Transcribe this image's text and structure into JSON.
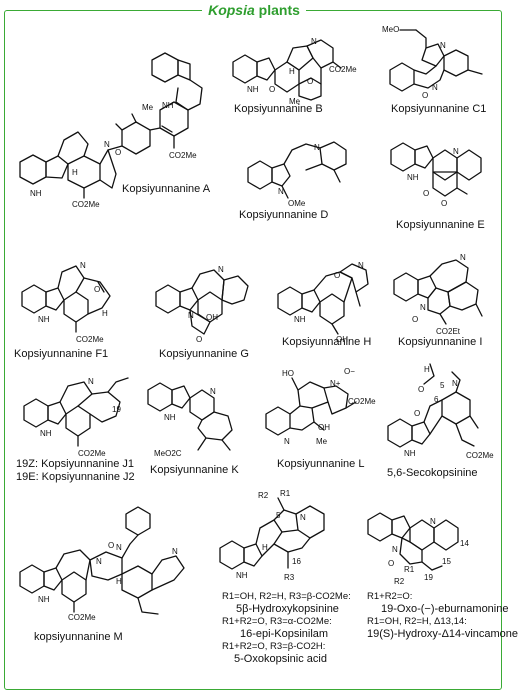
{
  "title": {
    "italic": "Kopsia",
    "rest": "plants"
  },
  "compounds": {
    "a": "Kopsiyunnanine A",
    "b": "Kopsiyunnanine B",
    "c1": "Kopsiyunnanine C1",
    "d": "Kopsiyunnanine D",
    "e": "Kopsiyunnanine E",
    "f1": "Kopsiyunnanine F1",
    "g": "Kopsiyunnanine G",
    "h": "Kopsiyunnanine H",
    "i": "Kopsiyunnanine I",
    "j1": "19Z: Kopsiyunnanine J1",
    "j2": "19E: Kopsiyunnanine J2",
    "k": "Kopsiyunnanine K",
    "l": "Kopsiyunnanine L",
    "seco": "5,6-Secokopsinine",
    "m": "kopsiyunnanine M"
  },
  "notes_mid": {
    "r1": "R1=OH, R2=H, R3=β-CO2Me:",
    "n1": "5β-Hydroxykopsinine",
    "r2": "R1+R2=O, R3=α-CO2Me:",
    "n2": "16-epi-Kopsinilam",
    "r3": "R1+R2=O, R3=β-CO2H:",
    "n3": "5-Oxokopsinic acid"
  },
  "notes_right": {
    "r1": "R1+R2=O:",
    "n1": "19-Oxo-(−)-eburnamonine",
    "r2": "R1=OH, R2=H, Δ13,14:",
    "n2": "19(S)-Hydroxy-Δ14-vincamone"
  },
  "atoms": {
    "nh": "NH",
    "n": "N",
    "h": "H",
    "o": "O",
    "me": "Me",
    "co2me": "CO2Me",
    "meo": "MeO",
    "ome": "OMe",
    "oh": "OH",
    "ho": "HO",
    "co2et": "CO2Et",
    "meo2c": "MeO2C",
    "nplus": "N+",
    "ominus": "O−",
    "r1": "R1",
    "r2": "R2",
    "r3": "R3",
    "n5": "5",
    "n6": "6",
    "n14": "14",
    "n15": "15",
    "n16": "16",
    "n19": "19"
  }
}
